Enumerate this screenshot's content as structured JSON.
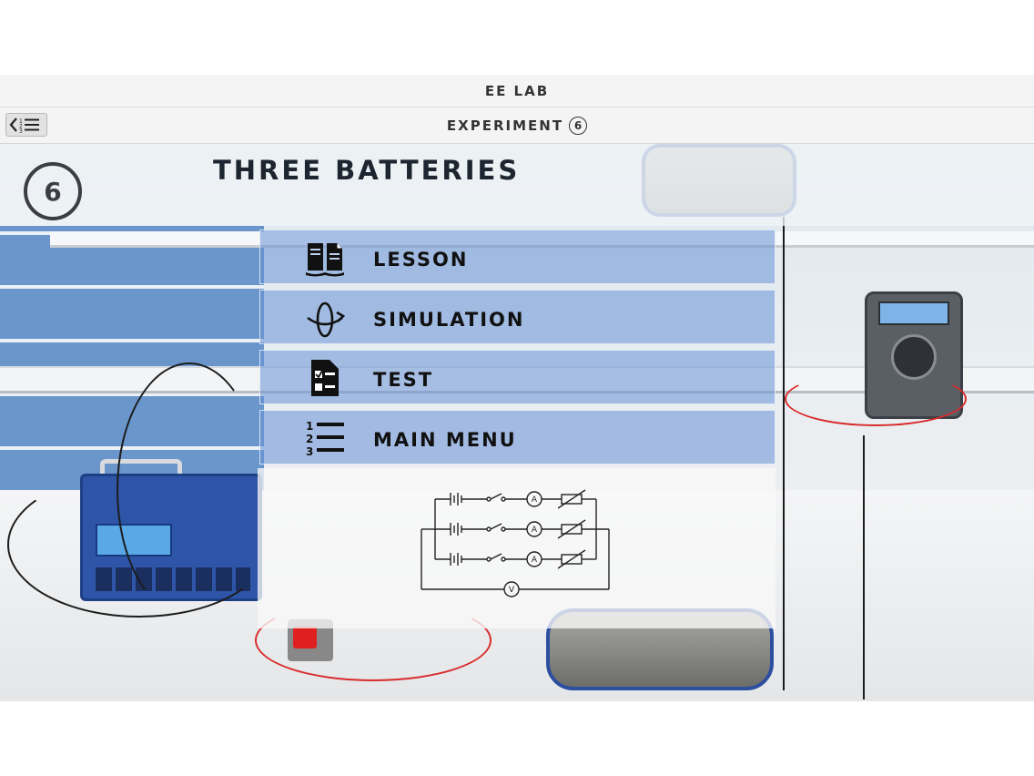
{
  "app": {
    "title": "EE LAB"
  },
  "nav": {
    "title": "EXPERIMENT",
    "number": "6",
    "back_icon": "list-back-icon"
  },
  "experiment": {
    "number": "6",
    "title": "THREE BATTERIES"
  },
  "menu": [
    {
      "label": "LESSON",
      "icon": "book-icon"
    },
    {
      "label": "SIMULATION",
      "icon": "rotate-3d-icon"
    },
    {
      "label": "TEST",
      "icon": "checklist-icon"
    },
    {
      "label": "MAIN MENU",
      "icon": "numbered-list-icon"
    }
  ],
  "circuit": {
    "ammeter_symbol": "A",
    "voltmeter_symbol": "V"
  },
  "colors": {
    "menu_button": "#6892d6",
    "title_text": "#1d2530",
    "wire_red": "#d92a2a"
  }
}
